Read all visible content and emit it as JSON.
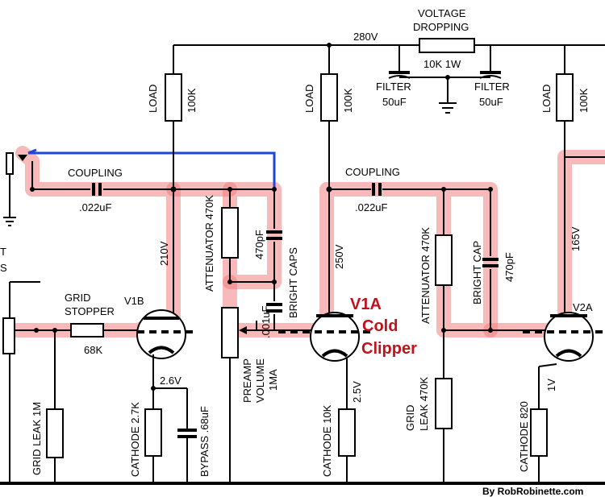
{
  "supply": {
    "b_plus_voltage": "280V",
    "dropping_resistor": {
      "title_line1": "VOLTAGE",
      "title_line2": "DROPPING",
      "value": "10K  1W"
    },
    "filter_left": {
      "label": "FILTER",
      "value": "50uF"
    },
    "filter_right": {
      "label": "FILTER",
      "value": "50uF"
    }
  },
  "v1b": {
    "name": "V1B",
    "load_label": "LOAD",
    "load_value": "100K",
    "plate_voltage": "210V",
    "coupling_label": "COUPLING",
    "coupling_value": ".022uF",
    "grid_stopper_line1": "GRID",
    "grid_stopper_line2": "STOPPER",
    "grid_stopper_value": "68K",
    "grid_leak": "GRID LEAK 1M",
    "cathode_voltage": "2.6V",
    "cathode_resistor": "CATHODE 2.7K",
    "bypass": "BYPASS .68uF"
  },
  "tonestack": {
    "attenuator": "ATTENUATOR 470K",
    "bright_cap_value": "470pF",
    "bright_caps": "BRIGHT CAPS",
    "volume_cap": ".001uF",
    "volume_line1": "PREAMP",
    "volume_line2": "VOLUME",
    "volume_line3": "1MA"
  },
  "v1a": {
    "name_line1": "V1A",
    "name_line2": "Cold",
    "name_line3": "Clipper",
    "load_label": "LOAD",
    "load_value": "100K",
    "plate_voltage": "250V",
    "coupling_label": "COUPLING",
    "coupling_value": ".022uF",
    "attenuator": "ATTENUATOR 470K",
    "bright_cap": "BRIGHT CAP",
    "bright_cap_value": "470pF",
    "grid_leak_line1": "GRID",
    "grid_leak_line2": "LEAK 470K",
    "cathode_voltage": "2.5V",
    "cathode_resistor": "CATHODE 10K"
  },
  "v2a": {
    "name": "V2A",
    "load_label": "LOAD",
    "load_value": "100K",
    "plate_voltage": "165V",
    "cathode_voltage": "1V",
    "cathode_resistor": "CATHODE 820"
  },
  "edge_text": {
    "t_fragment": "T",
    "s_fragment": "S"
  },
  "credit": "By RobRobinette.com",
  "colors": {
    "highlight": "#f07f7f",
    "signal_blue": "#1f45e0",
    "label_red": "#c0121c"
  }
}
